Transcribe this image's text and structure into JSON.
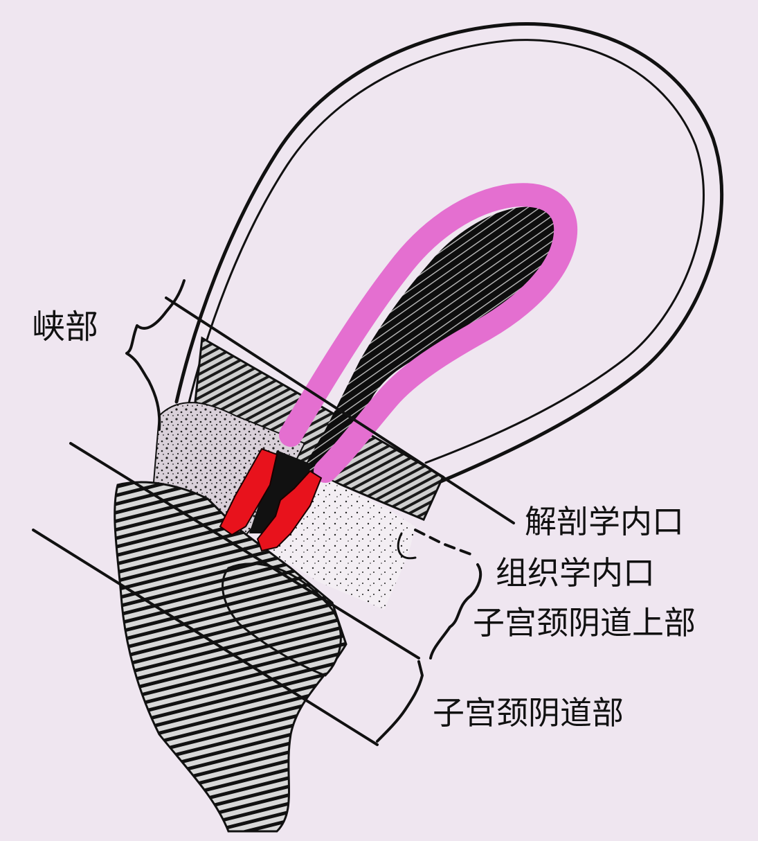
{
  "labels": {
    "isthmus": "峡部",
    "anatomical_internal_os": "解剖学内口",
    "histological_internal_os": "组织学内口",
    "supravaginal_cervix": "子宫颈阴道上部",
    "vaginal_cervix": "子宫颈阴道部"
  },
  "colors": {
    "background": "#efe6f0",
    "endometrium": "#e46fd0",
    "cervical_canal_highlight": "#e8121c",
    "ink": "#111111"
  }
}
